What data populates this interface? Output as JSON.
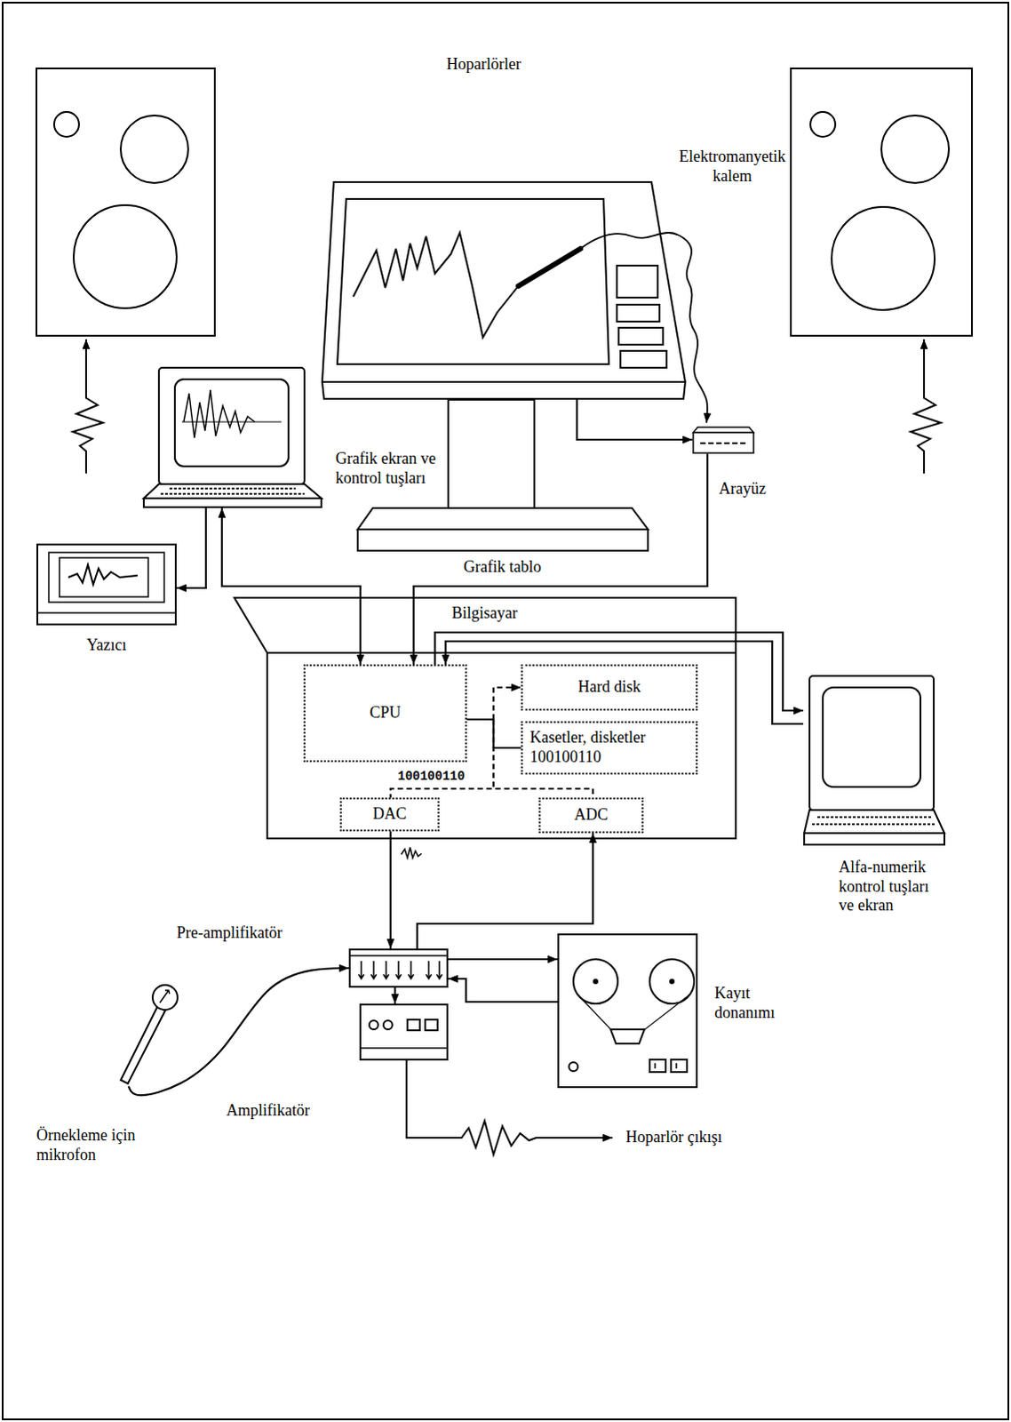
{
  "diagram": {
    "nodes": [
      {
        "text": [
          "Grafik tablo"
        ]
      },
      {
        "text": [
          "Arayüz"
        ]
      },
      {
        "text": [
          "Grafik ekran ve kontrol tuşları"
        ]
      },
      {
        "text": [
          "Yazıcı"
        ]
      },
      {
        "text": [
          "Bilgisayar"
        ]
      },
      {
        "text": [
          "CPU"
        ],
        "in": 4
      },
      {
        "text": [
          "Hard disk"
        ],
        "in": 4
      },
      {
        "text": [
          "Kasetler, disketler",
          "100100110"
        ],
        "in": 4
      },
      {
        "text": [
          "DAC"
        ],
        "in": 4
      },
      {
        "text": [
          "ADC"
        ],
        "in": 4
      },
      {
        "text": [
          "Alfa-numerik kontrol tuşları ve ekran"
        ]
      },
      {
        "text": [
          "Pre-amplifikatör"
        ]
      },
      {
        "text": [
          "Kayıt donanımı"
        ]
      },
      {
        "text": [
          "Örnekleme için mikrofon"
        ]
      },
      {
        "text": [
          "Amplifikatör"
        ]
      }
    ],
    "edges": [
      {
        "from": 0,
        "to": 1,
        "arrow": "to"
      },
      {
        "from": 2,
        "to": 3,
        "arrow": "to"
      },
      {
        "from": 2,
        "to": 5,
        "arrow": "both"
      },
      {
        "from": 1,
        "to": 5,
        "arrow": "to"
      },
      {
        "from": 5,
        "to": 10,
        "arrow": "to"
      },
      {
        "from": 10,
        "to": 5,
        "arrow": "to"
      },
      {
        "from": 5,
        "to": 6,
        "arrow": "to"
      },
      {
        "from": 5,
        "to": 7,
        "arrow": "none"
      },
      {
        "from": 5,
        "to": 8,
        "arrow": "none"
      },
      {
        "from": 5,
        "to": 9,
        "arrow": "none"
      },
      {
        "from": 8,
        "to": 11,
        "arrow": "to"
      },
      {
        "from": 11,
        "to": 9,
        "arrow": "to"
      },
      {
        "from": 13,
        "to": 11,
        "arrow": "to"
      },
      {
        "from": 11,
        "to": 12,
        "arrow": "to"
      },
      {
        "from": 12,
        "to": 11,
        "arrow": "to"
      },
      {
        "from": 11,
        "to": 14,
        "arrow": "to"
      }
    ],
    "labels": [
      "Hoparlörler",
      "Elektromanyetik kalem",
      "100100110",
      "Hoparlör çıkışı"
    ]
  }
}
